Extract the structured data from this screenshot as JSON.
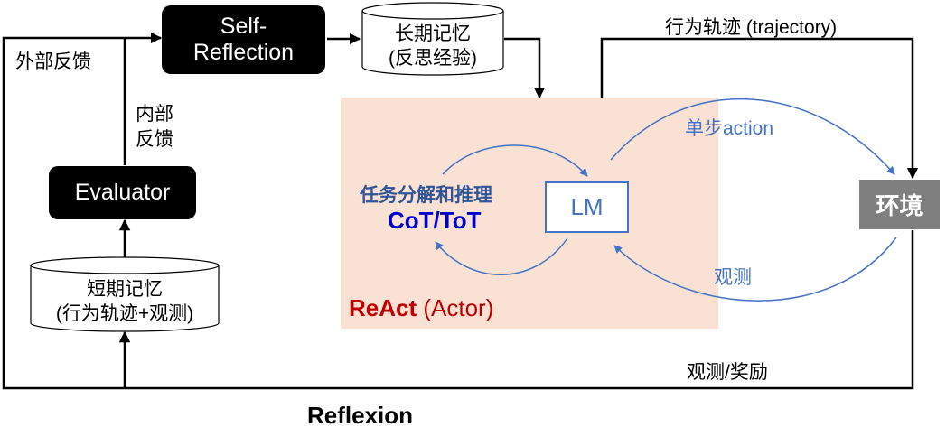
{
  "nodes": {
    "self_reflection": "Self-\nReflection",
    "evaluator": "Evaluator",
    "long_memory_line1": "长期记忆",
    "long_memory_line2": "(反思经验)",
    "short_memory_line1": "短期记忆",
    "short_memory_line2": "(行为轨迹+观测)",
    "lm": "LM",
    "environment": "环境",
    "cot_line1": "任务分解和推理",
    "cot_line2": "CoT/ToT",
    "react_bold": "ReAct",
    "react_rest": " (Actor)"
  },
  "edges": {
    "external_feedback": "外部反馈",
    "internal_feedback_line1": "内部",
    "internal_feedback_line2": "反馈",
    "trajectory": "行为轨迹 (trajectory)",
    "single_step_action": "单步action",
    "observation": "观测",
    "observation_reward": "观测/奖励"
  },
  "title": "Reflexion",
  "colors": {
    "react_bg": "#f9e1d4",
    "blue": "#4472c4",
    "dark_blue": "#0000cc",
    "react_red": "#c00000",
    "env_gray": "#7f7f7f"
  }
}
